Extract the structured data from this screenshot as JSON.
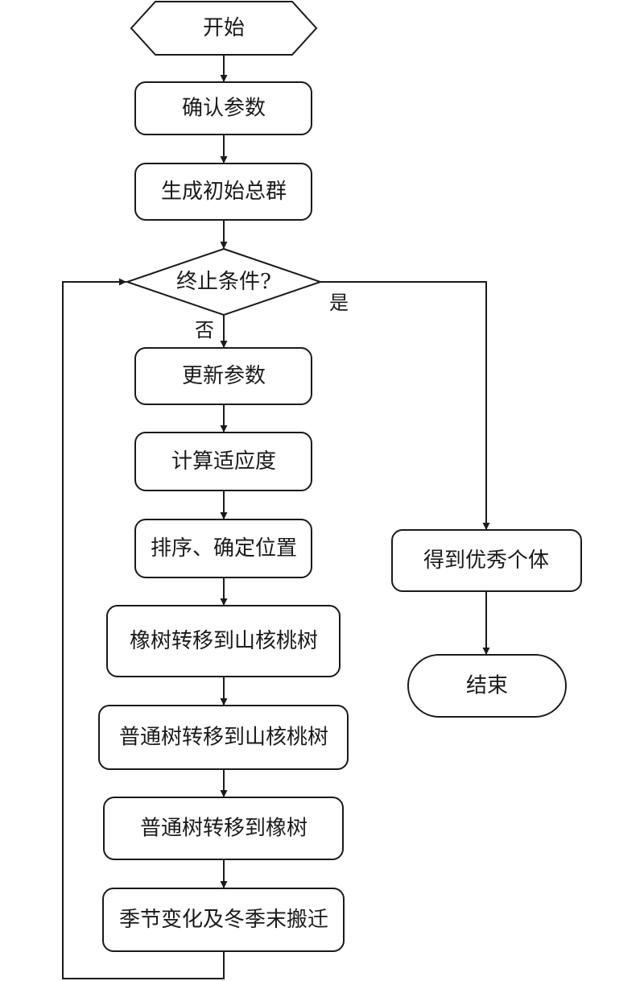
{
  "flowchart": {
    "start": "开始",
    "confirm_params": "确认参数",
    "init_population": "生成初始总群",
    "termination": "终止条件?",
    "yes_label": "是",
    "no_label": "否",
    "update_params": "更新参数",
    "compute_fitness": "计算适应度",
    "sort_position": "排序、确定位置",
    "oak_to_hickory": "橡树转移到山核桃树",
    "normal_to_hickory": "普通树转移到山核桃树",
    "normal_to_oak": "普通树转移到橡树",
    "season_change": "季节变化及冬季末搬迁",
    "best_individual": "得到优秀个体",
    "end": "结束"
  },
  "colors": {
    "stroke": "#1a1a1a",
    "fill": "#ffffff"
  }
}
